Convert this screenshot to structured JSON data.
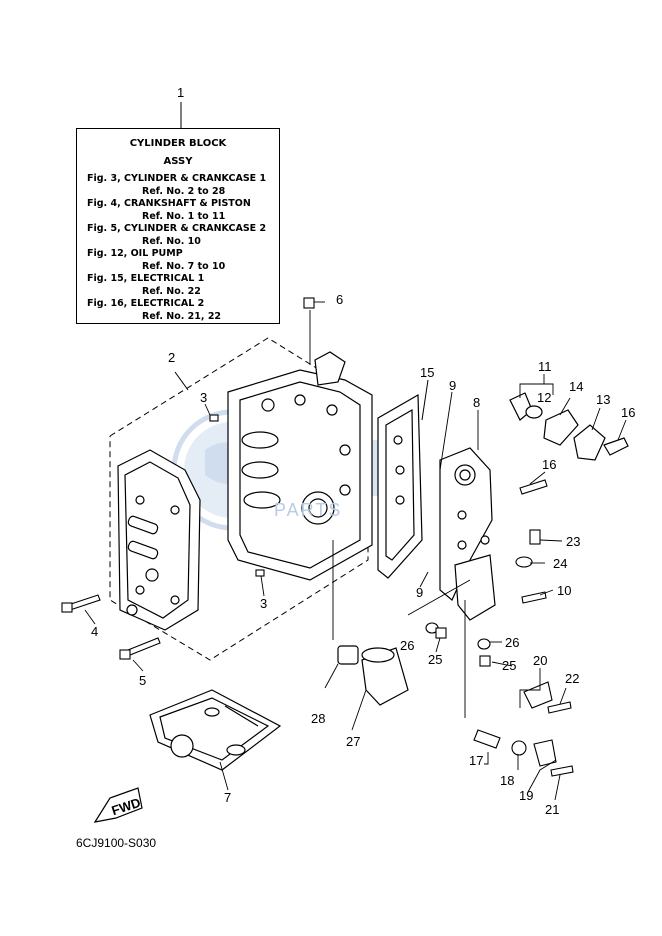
{
  "info_box": {
    "title1": "CYLINDER  BLOCK",
    "title2": "ASSY",
    "entries": [
      {
        "fig": "Fig. 3, CYLINDER & CRANKCASE 1",
        "ref": "Ref. No. 2 to 28"
      },
      {
        "fig": "Fig. 4, CRANKSHAFT & PISTON",
        "ref": "Ref. No. 1 to 11"
      },
      {
        "fig": "Fig. 5, CYLINDER & CRANKCASE 2",
        "ref": "Ref. No. 10"
      },
      {
        "fig": "Fig. 12, OIL PUMP",
        "ref": "Ref. No. 7 to 10"
      },
      {
        "fig": "Fig. 15, ELECTRICAL 1",
        "ref": "Ref. No. 22"
      },
      {
        "fig": "Fig. 16, ELECTRICAL 2",
        "ref": "Ref. No. 21, 22"
      }
    ]
  },
  "callouts": {
    "c1": "1",
    "c2": "2",
    "c3a": "3",
    "c3b": "3",
    "c4": "4",
    "c5": "5",
    "c6": "6",
    "c7": "7",
    "c8": "8",
    "c9a": "9",
    "c9b": "9",
    "c10": "10",
    "c11": "11",
    "c12": "12",
    "c13": "13",
    "c14": "14",
    "c15": "15",
    "c16a": "16",
    "c16b": "16",
    "c17": "17",
    "c18": "18",
    "c19": "19",
    "c20": "20",
    "c21": "21",
    "c22": "22",
    "c23": "23",
    "c24": "24",
    "c25a": "25",
    "c25b": "25",
    "c26a": "26",
    "c26b": "26",
    "c27": "27",
    "c28": "28"
  },
  "fwd_label": "FWD",
  "diagram_code": "6CJ9100-S030",
  "watermark": "PARTS",
  "colors": {
    "line": "#000000",
    "watermark": "#c9d9ec"
  }
}
